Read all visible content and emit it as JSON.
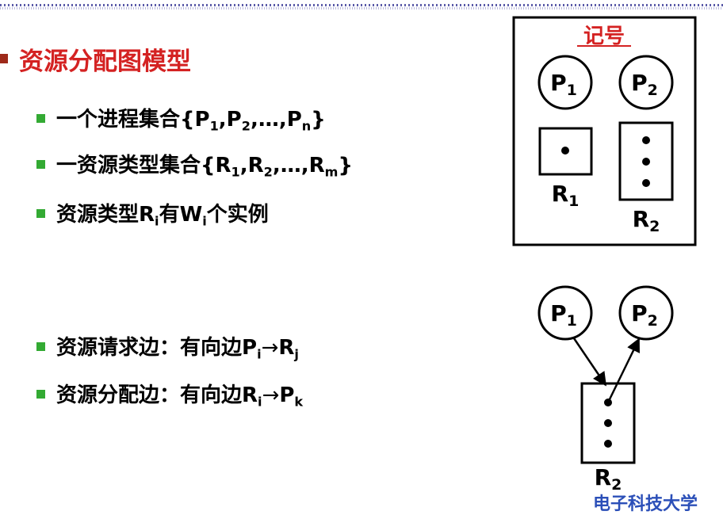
{
  "title": "资源分配图模型",
  "items": [
    {
      "pre": "一个进程集合{P",
      "s1": "1",
      "m1": ",P",
      "s2": "2",
      "m2": ",…,P",
      "s3": "n",
      "post": "}"
    },
    {
      "pre": "一资源类型集合{R",
      "s1": "1",
      "m1": ",R",
      "s2": "2",
      "m2": ",…,R",
      "s3": "m",
      "post": "}"
    },
    {
      "pre": "资源类型R",
      "s1": "i",
      "m1": "有W",
      "s2": "i",
      "post": "个实例"
    },
    {
      "pre": "资源请求边：有向边P",
      "s1": "i",
      "arrow": "→",
      "m1": "R",
      "s2": "j"
    },
    {
      "pre": "资源分配边：有向边R",
      "s1": "i",
      "arrow": "→",
      "m1": "P",
      "s2": "k"
    }
  ],
  "legend": {
    "title": "记号",
    "p1": {
      "base": "P",
      "sub": "1"
    },
    "p2": {
      "base": "P",
      "sub": "2"
    },
    "r1": {
      "base": "R",
      "sub": "1"
    },
    "r2": {
      "base": "R",
      "sub": "2"
    }
  },
  "example": {
    "p1": {
      "base": "P",
      "sub": "1"
    },
    "p2": {
      "base": "P",
      "sub": "2"
    },
    "r2": {
      "base": "R",
      "sub": "2"
    }
  },
  "watermark": "电子科技大学",
  "colors": {
    "title": "#d42222",
    "bullet": "#33aa33",
    "title_bullet": "#9e2a1a",
    "watermark": "#2b4fb8"
  }
}
